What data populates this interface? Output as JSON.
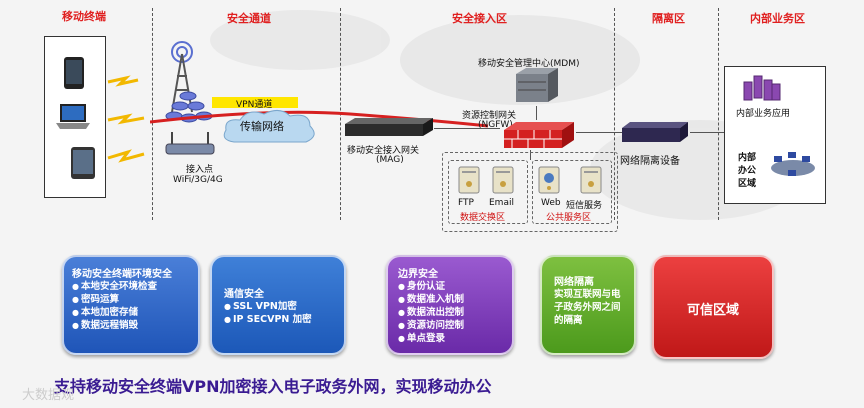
{
  "zones": [
    "移动终端",
    "安全通道",
    "安全接入区",
    "隔离区",
    "内部业务区"
  ],
  "labels": {
    "vpn": "VPN通道",
    "transport": "传输网络",
    "access_point": "接入点",
    "access_types": "WiFi/3G/4G",
    "mag": "移动安全接入网关",
    "mag_abbr": "(MAG)",
    "mdm": "移动安全管理中心(MDM)",
    "ngfw": "资源控制网关",
    "ngfw_abbr": "(NGFW)",
    "ftp": "FTP",
    "email": "Email",
    "data_exchange": "数据交换区",
    "web": "Web",
    "sms": "短信服务",
    "public_service": "公共服务区",
    "isolation": "网络隔离设备",
    "internal_app": "内部业务应用",
    "internal_office_1": "内部",
    "internal_office_2": "办公",
    "internal_office_3": "区域"
  },
  "cards": {
    "terminal": {
      "title": "移动安全终端环境安全",
      "items": [
        "本地安全环境检查",
        "密码运算",
        "本地加密存储",
        "数据远程销毁"
      ]
    },
    "channel": {
      "title": "通信安全",
      "items": [
        "SSL VPN加密",
        "IP SECVPN 加密"
      ]
    },
    "boundary": {
      "title": "边界安全",
      "items": [
        "身份认证",
        "数据准入机制",
        "数据流出控制",
        "资源访问控制",
        "单点登录"
      ]
    },
    "isolation": {
      "title": "网络隔离",
      "items": [
        "实现互联网与电子政务外网之间的隔离"
      ]
    },
    "trusted": {
      "title": "可信区域"
    }
  },
  "footer": "支持移动安全终端VPN加密接入电子政务外网，实现移动办公",
  "watermark": "大数据观"
}
